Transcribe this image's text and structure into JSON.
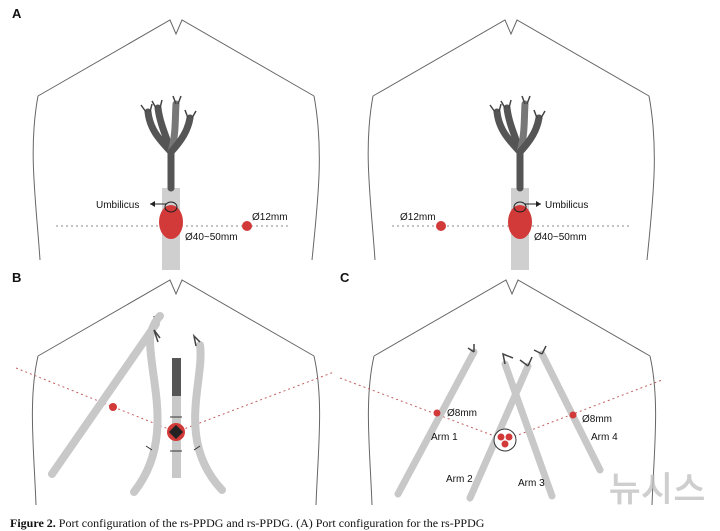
{
  "panels": {
    "a": {
      "label": "A",
      "left": {
        "umbilicus": "Umbilicus",
        "port_small": "Ø12mm",
        "port_large": "Ø40~50mm"
      },
      "right": {
        "umbilicus": "Umbilicus",
        "port_small": "Ø12mm",
        "port_large": "Ø40~50mm"
      }
    },
    "b": {
      "label": "B"
    },
    "c": {
      "label": "C",
      "port_left": "Ø8mm",
      "port_right": "Ø8mm",
      "arms": [
        "Arm 1",
        "Arm 2",
        "Arm 3",
        "Arm 4"
      ]
    }
  },
  "caption": {
    "lead": "Figure 2.",
    "text": " Port configuration of the rs-PPDG and rs-PPDG. (A) Port configuration for the rs-PPDG"
  },
  "watermark": "뉴시스"
}
